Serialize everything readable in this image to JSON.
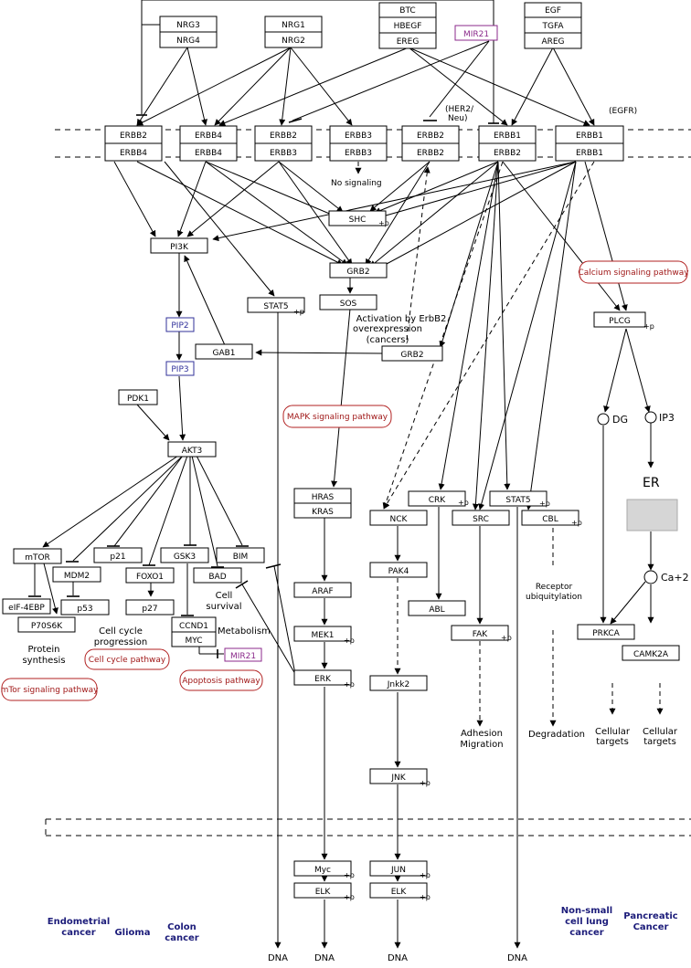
{
  "ligands": {
    "nrg34": [
      "NRG3",
      "NRG4"
    ],
    "nrg12": [
      "NRG1",
      "NRG2"
    ],
    "btc": [
      "BTC",
      "HBEGF",
      "EREG"
    ],
    "egf": [
      "EGF",
      "TGFA",
      "AREG"
    ],
    "mir21_top": "MIR21"
  },
  "receptors": {
    "r1": [
      "ERBB2",
      "ERBB4"
    ],
    "r2": [
      "ERBB4",
      "ERBB4"
    ],
    "r3": [
      "ERBB2",
      "ERBB3"
    ],
    "r4": [
      "ERBB3",
      "ERBB3"
    ],
    "r5": [
      "ERBB2",
      "ERBB2"
    ],
    "r6": [
      "ERBB1",
      "ERBB2"
    ],
    "r7": [
      "ERBB1",
      "ERBB1"
    ],
    "her2_label": "(HER2/\nNeu)",
    "egfr_label": "(EGFR)"
  },
  "nodes": {
    "no_signaling": "No signaling",
    "shc": "SHC",
    "pi3k": "PI3K",
    "grb2": "GRB2",
    "stat5_left": "STAT5",
    "sos": "SOS",
    "pip2": "PIP2",
    "pip3": "PIP3",
    "gab1": "GAB1",
    "grb2_b": "GRB2",
    "activation": [
      "Activation by ErbB2",
      "overexpression",
      "(cancers)"
    ],
    "plcg": "PLCG",
    "calcium": "Calcium signaling pathway",
    "pdk1": "PDK1",
    "akt3": "AKT3",
    "mapk": "MAPK signaling pathway",
    "dg": "DG",
    "ip3": "IP3",
    "er": "ER",
    "mtor": "mTOR",
    "mdm2": "MDM2",
    "p21": "p21",
    "foxo1": "FOXO1",
    "gsk3": "GSK3",
    "bim": "BIM",
    "bad": "BAD",
    "eif4ebp": "eIF-4EBP",
    "p53": "p53",
    "p27": "p27",
    "p70s6k": "P70S6K",
    "ccnd1": "CCND1",
    "myc_a": "MYC",
    "mir21_b": "MIR21",
    "hras": "HRAS",
    "kras": "KRAS",
    "araf": "ARAF",
    "mek1": "MEK1",
    "erk": "ERK",
    "nck": "NCK",
    "crk": "CRK",
    "src": "SRC",
    "stat5_right": "STAT5",
    "cbl": "CBL",
    "pak4": "PAK4",
    "abl": "ABL",
    "fak": "FAK",
    "jnkk2": "Jnkk2",
    "jnk": "JNK",
    "jun": "JUN",
    "elk_b": "ELK",
    "myc_b": "Myc",
    "elk_a": "ELK",
    "prkca": "PRKCA",
    "camk2a": "CAMK2A",
    "ca2": "Ca+2",
    "plus_p": "+p"
  },
  "labels": {
    "protein_synthesis": [
      "Protein",
      "synthesis"
    ],
    "cell_cycle_progression": [
      "Cell cycle",
      "progression"
    ],
    "cell_survival": [
      "Cell",
      "survival"
    ],
    "metabolism": "Metabolism",
    "receptor_ubiq": [
      "Receptor",
      "ubiquitylation"
    ],
    "adhesion": [
      "Adhesion",
      "Migration"
    ],
    "degradation": "Degradation",
    "cellular_targets": [
      "Cellular",
      "targets"
    ],
    "dna": "DNA"
  },
  "pathway_links": {
    "mtor_pathway": "mTor signaling pathway",
    "cell_cycle_pathway": "Cell cycle pathway",
    "apoptosis_pathway": "Apoptosis pathway"
  },
  "cancers": {
    "endometrial": [
      "Endometrial",
      "cancer"
    ],
    "glioma": "Glioma",
    "colon": [
      "Colon",
      "cancer"
    ],
    "nsclc": [
      "Non-small",
      "cell lung",
      "cancer"
    ],
    "pancreatic": [
      "Pancreatic",
      "Cancer"
    ]
  },
  "colors": {
    "pathway_red": "#a01818",
    "mir_purple": "#8b2a8b",
    "pip_blue": "#30309a",
    "cancer_navy": "#1c1c7a"
  }
}
